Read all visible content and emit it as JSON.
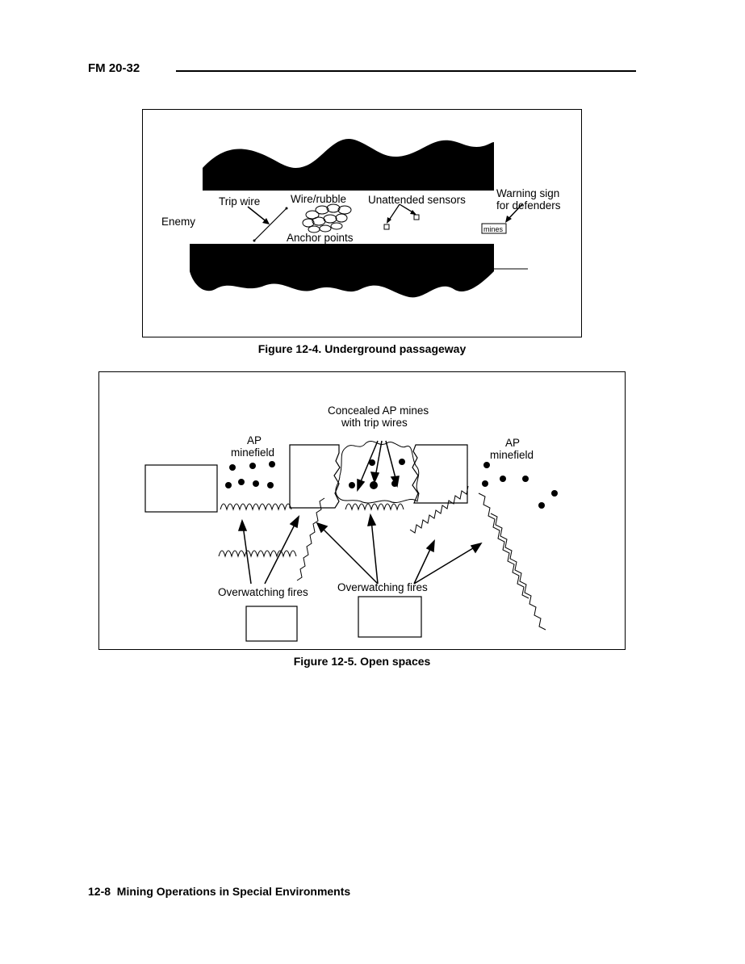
{
  "header": {
    "doc_id": "FM 20-32"
  },
  "figure1": {
    "caption": "Figure 12-4. Underground passageway",
    "labels": {
      "trip_wire": "Trip wire",
      "wire_rubble": "Wire/rubble",
      "unattended_sensors": "Unattended sensors",
      "warning_sign_line1": "Warning sign",
      "warning_sign_line2": "for defenders",
      "enemy": "Enemy",
      "anchor_points": "Anchor points",
      "sign_text": "mines"
    }
  },
  "figure2": {
    "caption": "Figure 12-5. Open spaces",
    "labels": {
      "concealed_line1": "Concealed AP mines",
      "concealed_line2": "with trip wires",
      "ap_left_line1": "AP",
      "ap_left_line2": "minefield",
      "ap_right_line1": "AP",
      "ap_right_line2": "minefield",
      "overwatch_left": "Overwatching fires",
      "overwatch_right": "Overwatching fires"
    }
  },
  "footer": {
    "text": "12-8  Mining Operations in Special Environments"
  }
}
